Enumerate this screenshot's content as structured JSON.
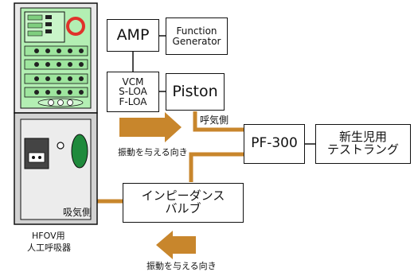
{
  "labels": {
    "amp": "AMP",
    "function_generator_line1": "Function",
    "function_generator_line2": "Generator",
    "vcm_line1": "VCM",
    "vcm_line2": "S-LOA",
    "vcm_line3": "F-LOA",
    "piston": "Piston",
    "exhale_side": "呼気側",
    "inhale_side": "吸気側",
    "pf300": "PF-300",
    "test_lung_line1": "新生児用",
    "test_lung_line2": "テストラング",
    "impedance_valve_line1": "インピーダンス",
    "impedance_valve_line2": "バルブ",
    "vibration_direction_upper": "振動を与える向き",
    "vibration_direction_lower": "振動を与える向き",
    "ventilator_line1": "HFOV用",
    "ventilator_line2": "人工呼吸器"
  },
  "colors": {
    "tube": "#c8862c",
    "arrow": "#c8862c",
    "device_panel": "#b3efb3",
    "device_body": "#e9e9e9",
    "device_frame": "#d2d2d2",
    "accent_red": "#e0322a",
    "knob_green": "#1f8a3c"
  }
}
